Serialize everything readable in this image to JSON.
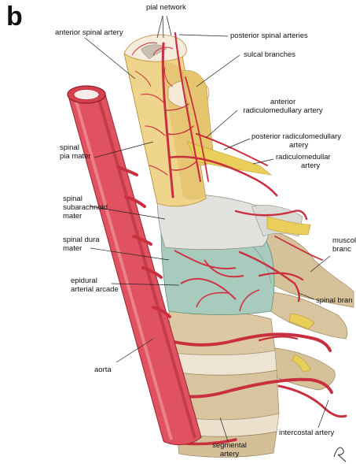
{
  "figure": {
    "panel_letter": "b",
    "signature": "R"
  },
  "labels": {
    "pial_network": "pial network",
    "anterior_spinal_artery": "anterior spinal artery",
    "posterior_spinal_arteries": "posterior spinal arteries",
    "sulcal_branches": "sulcal branches",
    "anterior_radiculomedullary_artery": [
      "anterior",
      "radiculomedullary artery"
    ],
    "posterior_radiculomedullary_artery": [
      "posterior radiculomedullary",
      "artery"
    ],
    "radiculomedullary_artery": [
      "radiculomedullar",
      "artery"
    ],
    "spinal_pia_mater": [
      "spinal",
      "pia mater"
    ],
    "spinal_subarachnoid_mater": [
      "spinal",
      "subarachnoid",
      "mater"
    ],
    "spinal_dura_mater": [
      "spinal dura",
      "mater"
    ],
    "muscular_branch": [
      "muscol",
      "branc"
    ],
    "epidural_arterial_arcade": [
      "epidural",
      "arterial arcade"
    ],
    "spinal_branch": "spinal bran",
    "aorta": "aorta",
    "intercostal_artery": "intercostal artery",
    "segmental_artery": [
      "segmental",
      "artery"
    ]
  },
  "colors": {
    "artery": "#d23b4a",
    "artery_dark": "#a52235",
    "artery_light": "#f08a92",
    "cord": "#efd48c",
    "cord_shade": "#d9b35c",
    "arachnoid": "#dcdcd8",
    "dura": "#9cc4b4",
    "bone": "#d8c49e",
    "bone_shade": "#b8a27a",
    "disc": "#ece2cf",
    "nerve": "#e9cf5a"
  }
}
